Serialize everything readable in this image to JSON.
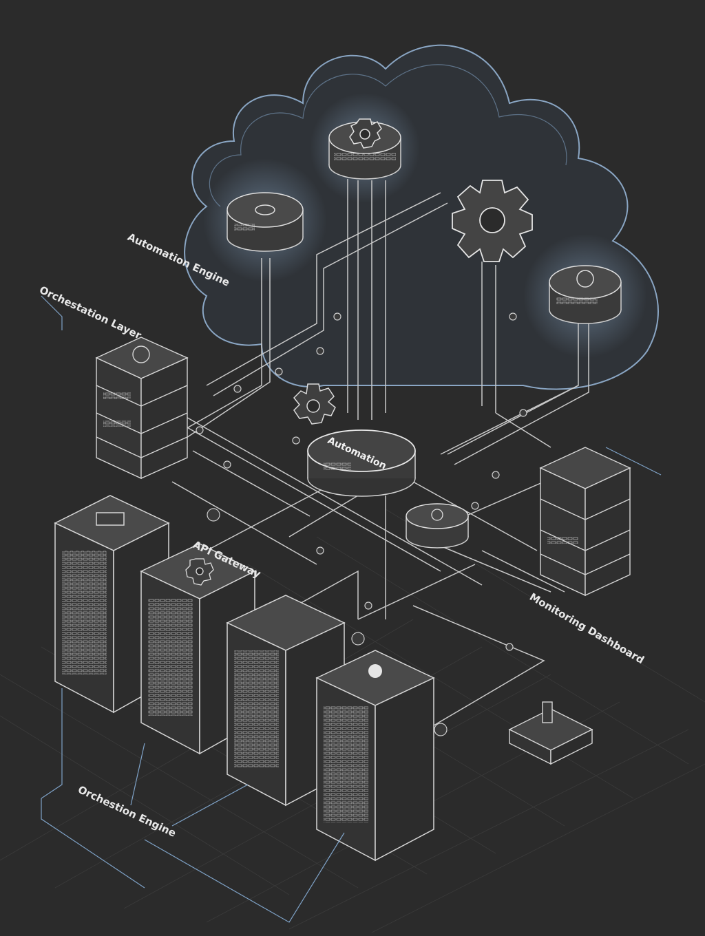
{
  "labels": {
    "automation_engine": "Automation Engine",
    "orchestration_layer": "Orchestation Layer",
    "automation_hub": "Automation",
    "api_gateway": "API Gateway",
    "monitoring_dashboard": "Monitoring Dashboard",
    "orchestration_engine": "Orchestion Engine"
  },
  "colors": {
    "background": "#2b2b2b",
    "line": "#cfcfcf",
    "accent": "#7fa3c8",
    "glow": "#9fc3e8",
    "fill": "#3a3a3a"
  },
  "icons": [
    "cloud-outline",
    "gear-icon",
    "server-rack",
    "database-node",
    "hub-node",
    "connector-node"
  ]
}
